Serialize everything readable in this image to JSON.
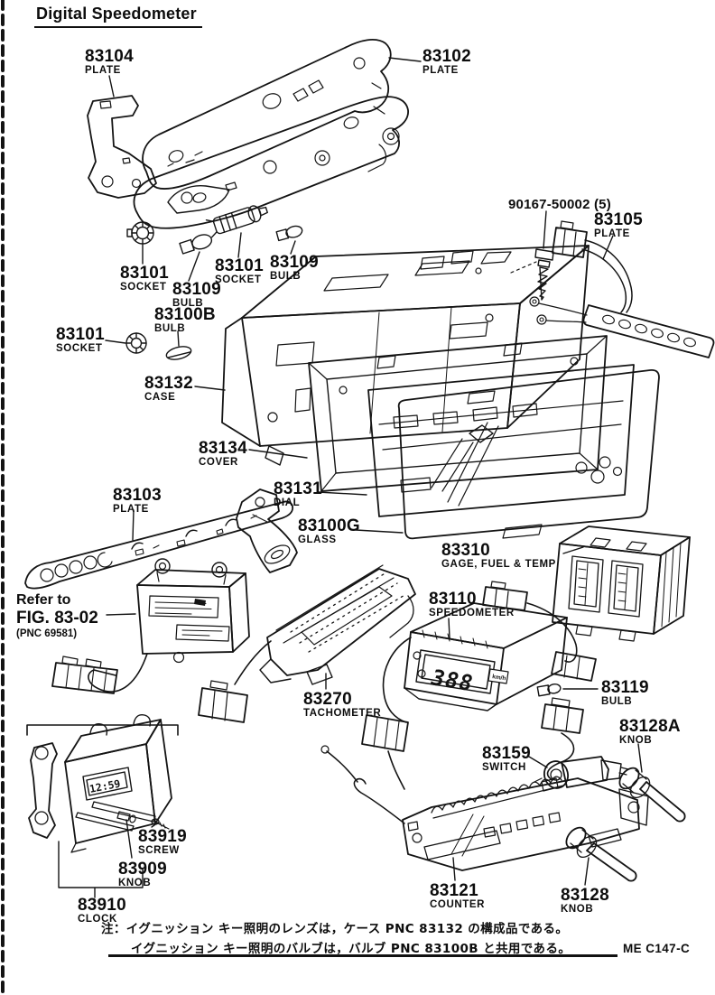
{
  "page": {
    "title": "Digital Speedometer",
    "doc_code": "ME C147-C"
  },
  "refer_note": {
    "line1": "Refer to",
    "line2": "FIG. 83-02",
    "line3": "(PNC 69581)"
  },
  "notes": {
    "line1": "注：イグニッション キー照明のレンズは，ケース PNC 83132 の構成品である。",
    "line2": "イグニッション キー照明のバルブは，バルブ PNC 83100B と共用である。"
  },
  "displays": {
    "speedometer_value": "388",
    "speedometer_unit": "km/h",
    "clock_time": "12:59"
  },
  "colors": {
    "ink": "#141414",
    "paper": "#ffffff"
  },
  "parts": [
    {
      "number": "83104",
      "name": "PLATE"
    },
    {
      "number": "83102",
      "name": "PLATE"
    },
    {
      "number": "90167-50002 (5)",
      "name": ""
    },
    {
      "number": "83105",
      "name": "PLATE"
    },
    {
      "number": "83101",
      "name": "SOCKET"
    },
    {
      "number": "83109",
      "name": "BULB"
    },
    {
      "number": "83101",
      "name": "SOCKET"
    },
    {
      "number": "83109",
      "name": "BULB"
    },
    {
      "number": "83100B",
      "name": "BULB"
    },
    {
      "number": "83101",
      "name": "SOCKET"
    },
    {
      "number": "83132",
      "name": "CASE"
    },
    {
      "number": "83134",
      "name": "COVER"
    },
    {
      "number": "83103",
      "name": "PLATE"
    },
    {
      "number": "83131",
      "name": "DIAL"
    },
    {
      "number": "83100G",
      "name": "GLASS"
    },
    {
      "number": "83310",
      "name": "GAGE, FUEL & TEMP"
    },
    {
      "number": "83110",
      "name": "SPEEDOMETER"
    },
    {
      "number": "83270",
      "name": "TACHOMETER"
    },
    {
      "number": "83119",
      "name": "BULB"
    },
    {
      "number": "83128A",
      "name": "KNOB"
    },
    {
      "number": "83159",
      "name": "SWITCH"
    },
    {
      "number": "83919",
      "name": "SCREW"
    },
    {
      "number": "83909",
      "name": "KNOB"
    },
    {
      "number": "83910",
      "name": "CLOCK"
    },
    {
      "number": "83121",
      "name": "COUNTER"
    },
    {
      "number": "83128",
      "name": "KNOB"
    }
  ]
}
